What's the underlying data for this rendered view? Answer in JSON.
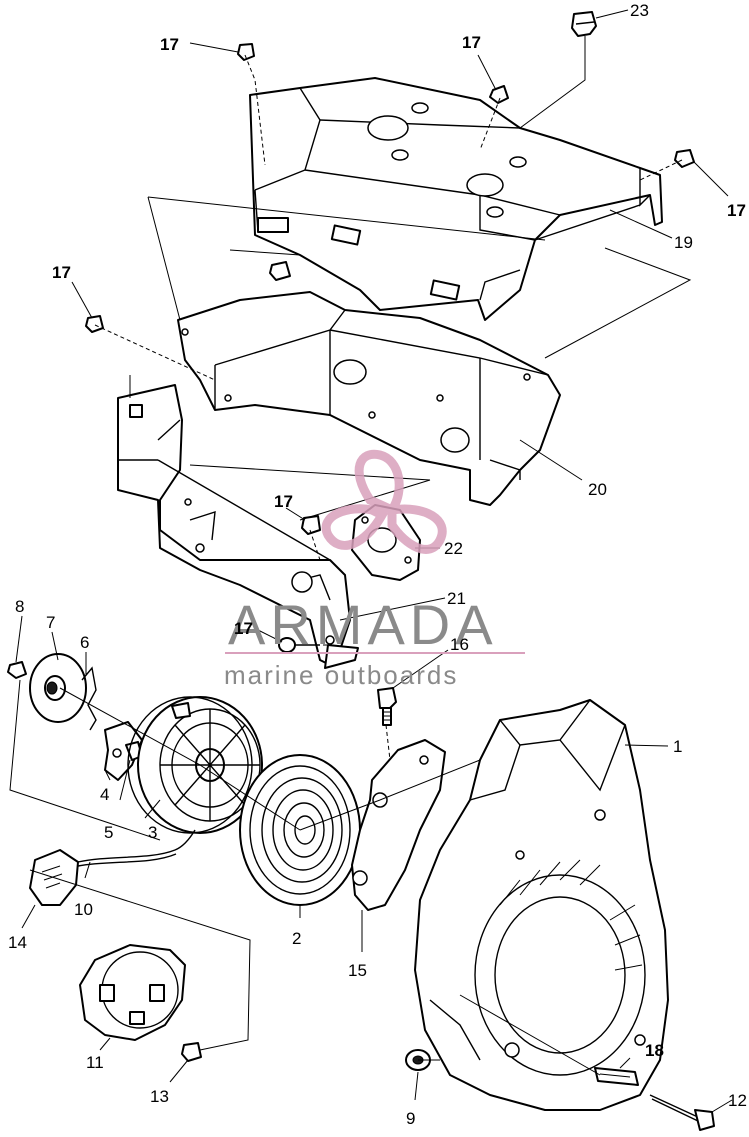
{
  "watermark": {
    "brand": "ARMADA",
    "tagline": "marine outboards",
    "color": "#d9a0bc"
  },
  "callouts": [
    {
      "id": "p1",
      "label": "1",
      "bold": false
    },
    {
      "id": "p2",
      "label": "2",
      "bold": false
    },
    {
      "id": "p3",
      "label": "3",
      "bold": false
    },
    {
      "id": "p4",
      "label": "4",
      "bold": false
    },
    {
      "id": "p5",
      "label": "5",
      "bold": false
    },
    {
      "id": "p6",
      "label": "6",
      "bold": false
    },
    {
      "id": "p7",
      "label": "7",
      "bold": false
    },
    {
      "id": "p8",
      "label": "8",
      "bold": false
    },
    {
      "id": "p9",
      "label": "9",
      "bold": false
    },
    {
      "id": "p10",
      "label": "10",
      "bold": false
    },
    {
      "id": "p11",
      "label": "11",
      "bold": false
    },
    {
      "id": "p12",
      "label": "12",
      "bold": false
    },
    {
      "id": "p13",
      "label": "13",
      "bold": false
    },
    {
      "id": "p14",
      "label": "14",
      "bold": false
    },
    {
      "id": "p15",
      "label": "15",
      "bold": false
    },
    {
      "id": "p16",
      "label": "16",
      "bold": false
    },
    {
      "id": "p17a",
      "label": "17",
      "bold": true
    },
    {
      "id": "p17b",
      "label": "17",
      "bold": true
    },
    {
      "id": "p17c",
      "label": "17",
      "bold": true
    },
    {
      "id": "p17d",
      "label": "17",
      "bold": true
    },
    {
      "id": "p17e",
      "label": "17",
      "bold": true
    },
    {
      "id": "p17f",
      "label": "17",
      "bold": true
    },
    {
      "id": "p18",
      "label": "18",
      "bold": true
    },
    {
      "id": "p19",
      "label": "19",
      "bold": false
    },
    {
      "id": "p20",
      "label": "20",
      "bold": false
    },
    {
      "id": "p21",
      "label": "21",
      "bold": false
    },
    {
      "id": "p22",
      "label": "22",
      "bold": false
    },
    {
      "id": "p23",
      "label": "23",
      "bold": false
    }
  ]
}
